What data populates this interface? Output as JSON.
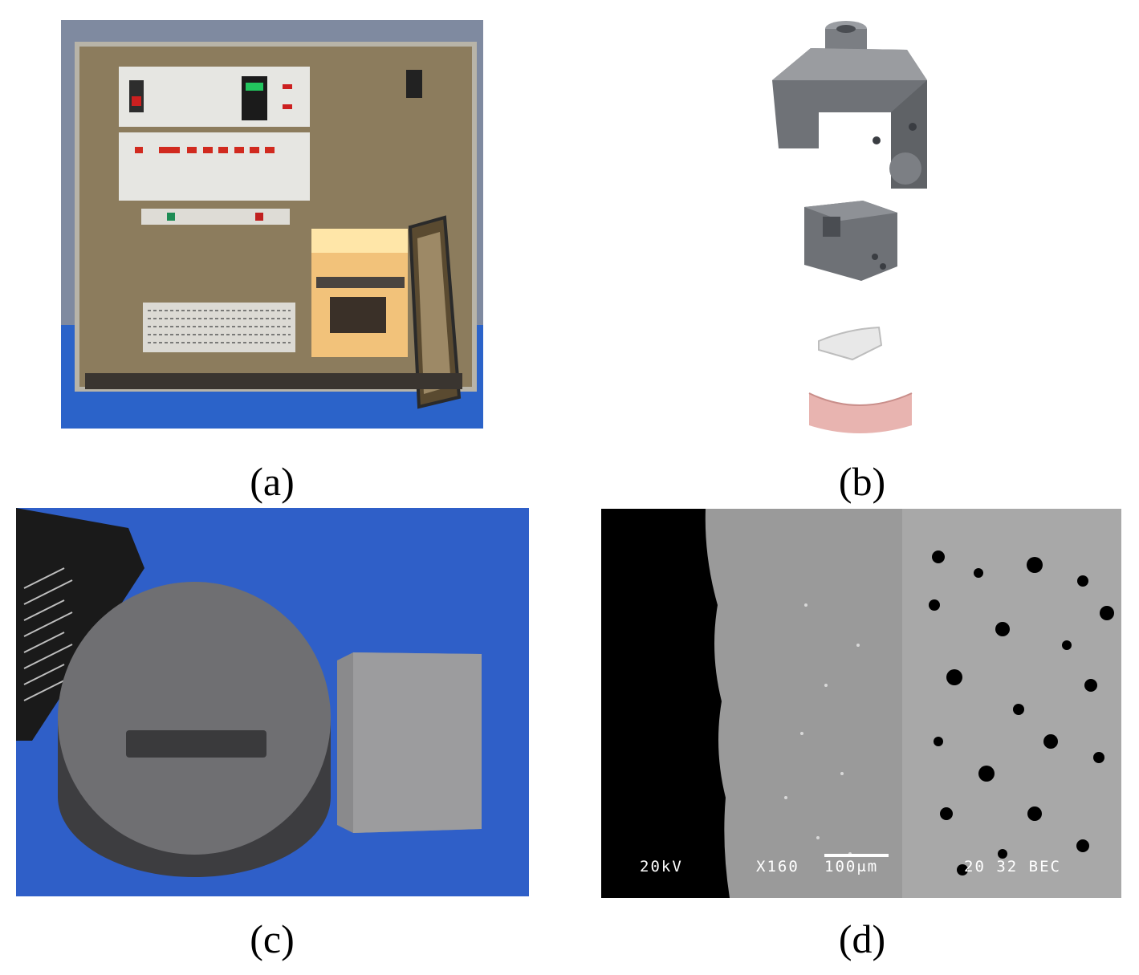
{
  "panels": [
    {
      "id": "a",
      "caption": "(a)"
    },
    {
      "id": "b",
      "caption": "(b)"
    },
    {
      "id": "c",
      "caption": "(c)"
    },
    {
      "id": "d",
      "caption": "(d)",
      "sem_labels": {
        "voltage": "20kV",
        "magnification": "X160",
        "scale_bar": "100μm",
        "info": "20 32 BEC"
      }
    }
  ],
  "colors": {
    "background": "#ffffff",
    "blue_backdrop": "#2f5fc8",
    "cabinet": "#8a7a5c",
    "cad_part": "#707378",
    "ceramic_pink": "#e8b4b0"
  }
}
